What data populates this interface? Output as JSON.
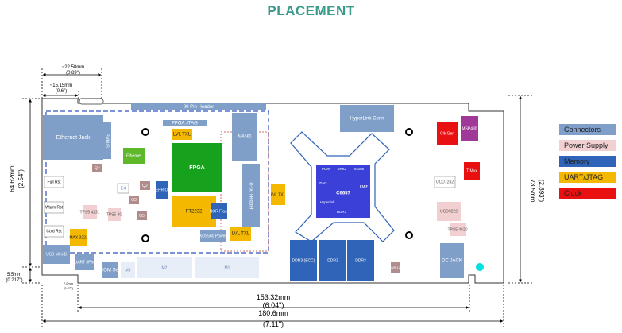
{
  "title": "PLACEMENT",
  "legend": [
    {
      "label": "Connectors",
      "color": "#7f9fc9"
    },
    {
      "label": "Power Supply",
      "color": "#f2cfd0"
    },
    {
      "label": "Memory",
      "color": "#2f64b8"
    },
    {
      "label": "UART/JTAG",
      "color": "#f5b800"
    },
    {
      "label": "Clock",
      "color": "#e81010"
    }
  ],
  "dimensions": {
    "d1": "~22.58mm",
    "d1b": "(0.89\")",
    "d2": "~15.15mm",
    "d2b": "(0.6\")",
    "d3": "64.62mm",
    "d3b": "(2.54\")",
    "d4": "73.5mm",
    "d4b": "(2.893\")",
    "d5": "5.5mm",
    "d5b": "(0.217\")",
    "d6": "153.32mm",
    "d6b": "(6.04\")",
    "d7": "180.6mm",
    "d7b": "(7.11\")",
    "d8": "7.0mm",
    "d8b": "(0.27\")"
  },
  "components": {
    "header80": "80 Pin Header",
    "fpga_jtag": "FPGA JTAG",
    "ethernet_jack": "Ethernet Jack",
    "pmbus": "PMBUS",
    "ethernet": "Ethernet",
    "lvl_txl_1": "LVL TXL",
    "lvl_txl_2": "LVL TXL",
    "lvl_txl_3": "LVL TXL",
    "fpga": "FPGA",
    "nand": "NAND",
    "ti60": "TI-60 Header",
    "q4": "Q4",
    "full_rst": "Full Rst",
    "warm_rst": "Warm Rst",
    "cold_rst": "Cold Rst",
    "e4": "E4",
    "q2": "Q2",
    "q3": "Q3",
    "q5": "Q5",
    "eeprom": "EEPR OM",
    "tps1": "TPS5 4231",
    "tps2": "TPS5 8G",
    "ft2232": "FT2232",
    "nor": "NOR Flash",
    "xds560": "XDS560 Power",
    "max3221": "MAX 3221",
    "usb": "USB Mini-B",
    "uart": "UART 3Pin",
    "com_sel": "COM Sel",
    "sw1": "M3",
    "sw2": "M2",
    "sw3": "M1",
    "hyperlink_conn": "HyperLink Conn",
    "c6657": "C6657",
    "c6657_pcie": "PCIe",
    "c6657_srio": "SRIO",
    "c6657_sgmii": "SGMII",
    "c6657_jtag": "JTAG",
    "c6657_emif": "EMIF",
    "c6657_hyperlink": "Hyperlink",
    "c6657_ddr3": "DDR3",
    "ddr3_ecc": "DDR3 (ECC)",
    "ddr3_1": "DDR3",
    "ddr3_2": "DDR3",
    "clk_gen": "Clk Gen",
    "msp430": "MSP430",
    "ucd7242": "UCD7242",
    "tps4620": "TPS5 4620",
    "ucd9222": "UCD9222",
    "tmux": "T Mux",
    "dc_jack": "DC JACK",
    "pwr_small": "PWR 12V"
  }
}
